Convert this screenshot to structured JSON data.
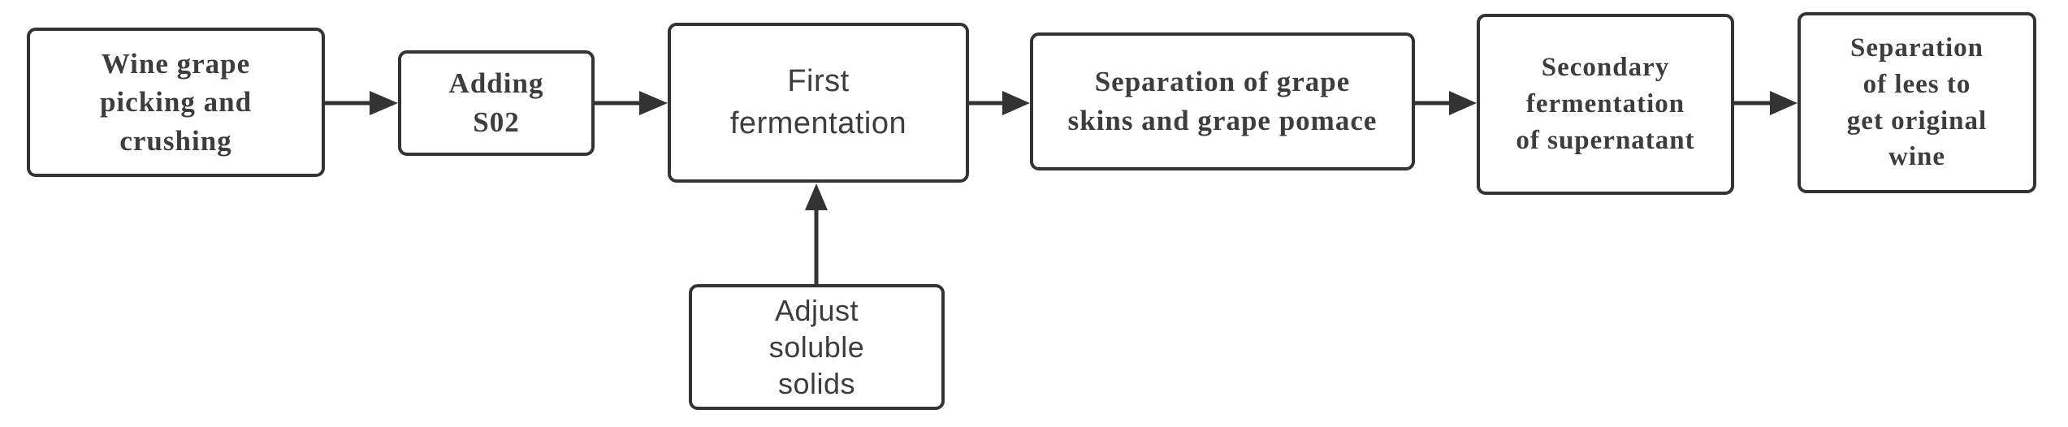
{
  "diagram_type": "flowchart",
  "colors": {
    "background": "#ffffff",
    "node_fill": "#ffffff",
    "node_border": "#333333",
    "text": "#3d3d3d",
    "arrow": "#333333"
  },
  "nodes": [
    {
      "id": "picking",
      "label": "Wine grape picking and crushing",
      "lines": [
        "Wine grape",
        "picking and",
        "crushing"
      ]
    },
    {
      "id": "adding-s02",
      "label": "Adding S02",
      "lines": [
        "Adding",
        "S02"
      ]
    },
    {
      "id": "first-fermentation",
      "label": "First fermentation",
      "lines": [
        "First",
        "fermentation"
      ]
    },
    {
      "id": "skin-separation",
      "label": "Separation of grape skins and grape pomace",
      "lines": [
        "Separation of grape",
        "skins and grape pomace"
      ]
    },
    {
      "id": "secondary-fermentation",
      "label": "Secondary fermentation of supernatant",
      "lines": [
        "Secondary",
        "fermentation",
        "of supernatant"
      ]
    },
    {
      "id": "lees-separation",
      "label": "Separation of lees to get original wine",
      "lines": [
        "Separation",
        "of lees to",
        "get original",
        "wine"
      ]
    },
    {
      "id": "adjust-solids",
      "label": "Adjust soluble solids",
      "lines": [
        "Adjust",
        "soluble",
        "solids"
      ]
    }
  ],
  "edges": [
    {
      "from": "picking",
      "to": "adding-s02"
    },
    {
      "from": "adding-s02",
      "to": "first-fermentation"
    },
    {
      "from": "first-fermentation",
      "to": "skin-separation"
    },
    {
      "from": "skin-separation",
      "to": "secondary-fermentation"
    },
    {
      "from": "secondary-fermentation",
      "to": "lees-separation"
    },
    {
      "from": "adjust-solids",
      "to": "first-fermentation"
    }
  ]
}
